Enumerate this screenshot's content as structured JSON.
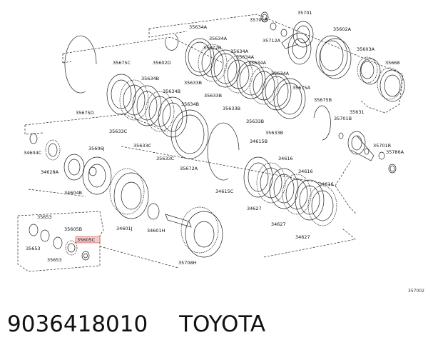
{
  "diagram": {
    "ref_code": "357002",
    "highlight_color": "#e8a0a0",
    "labels": {
      "35701B": "35701B",
      "35701": "35701",
      "35712A": "35712A",
      "35602A": "35602A",
      "35603A": "35603A",
      "35668": "35668",
      "35602D": "35602D",
      "35634A_1": "35634A",
      "35634A_2": "35634A",
      "35634A_3": "35634A",
      "35634A_4": "35634A",
      "35634A_5": "35634A",
      "35634A_6": "35634A",
      "35672B": "35672B",
      "35675C": "35675C",
      "35634B_1": "35634B",
      "35634B_2": "35634B",
      "35634B_3": "35634B",
      "35633B_1": "35633B",
      "35633B_2": "35633B",
      "35633B_3": "35633B",
      "35633B_4": "35633B",
      "35633B_5": "35633B",
      "35675A": "35675A",
      "35675B": "35675B",
      "35675D": "35675D",
      "35631": "35631",
      "35701B_b": "35701B",
      "35701R": "35701R",
      "35786A": "35786A",
      "35633C_1": "35633C",
      "35633C_2": "35633C",
      "35633C_3": "35633C",
      "35672A": "35672A",
      "34615B": "34615B",
      "34616_1": "34616",
      "34616_2": "34616",
      "34616_3": "34616",
      "34615C": "34615C",
      "34627_1": "34627",
      "34627_2": "34627",
      "34627_3": "34627",
      "34604C": "34604C",
      "34628A": "34628A",
      "34604B": "34604B",
      "35606J": "35606J",
      "34601J": "34601J",
      "34601H": "34601H",
      "35653_1": "35653",
      "35653_2": "35653",
      "35653_3": "35653",
      "35605B": "35605B",
      "35605C": "35605C",
      "35708H": "35708H"
    }
  },
  "caption": {
    "part_number": "9036418010",
    "brand": "TOYOTA"
  }
}
